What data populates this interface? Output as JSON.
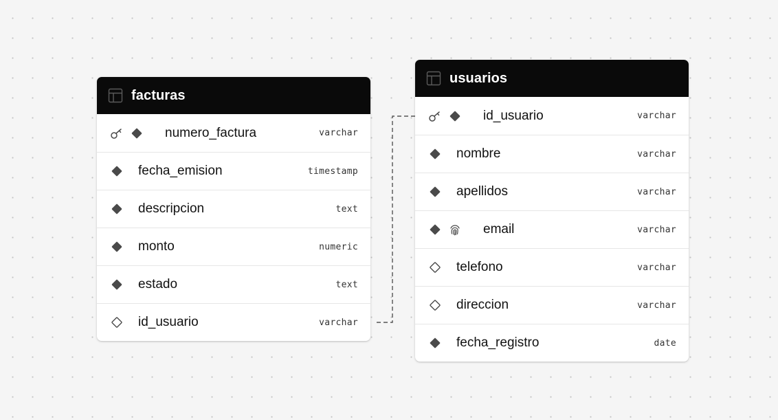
{
  "diagram": {
    "tables": [
      {
        "name": "facturas",
        "columns": [
          {
            "name": "numero_factura",
            "type": "varchar",
            "icons": [
              "key-icon",
              "diamond-filled-icon"
            ]
          },
          {
            "name": "fecha_emision",
            "type": "timestamp",
            "icons": [
              "diamond-filled-icon"
            ]
          },
          {
            "name": "descripcion",
            "type": "text",
            "icons": [
              "diamond-filled-icon"
            ]
          },
          {
            "name": "monto",
            "type": "numeric",
            "icons": [
              "diamond-filled-icon"
            ]
          },
          {
            "name": "estado",
            "type": "text",
            "icons": [
              "diamond-filled-icon"
            ]
          },
          {
            "name": "id_usuario",
            "type": "varchar",
            "icons": [
              "diamond-outline-icon"
            ]
          }
        ]
      },
      {
        "name": "usuarios",
        "columns": [
          {
            "name": "id_usuario",
            "type": "varchar",
            "icons": [
              "key-icon",
              "diamond-filled-icon"
            ]
          },
          {
            "name": "nombre",
            "type": "varchar",
            "icons": [
              "diamond-filled-icon"
            ]
          },
          {
            "name": "apellidos",
            "type": "varchar",
            "icons": [
              "diamond-filled-icon"
            ]
          },
          {
            "name": "email",
            "type": "varchar",
            "icons": [
              "diamond-filled-icon",
              "fingerprint-icon"
            ]
          },
          {
            "name": "telefono",
            "type": "varchar",
            "icons": [
              "diamond-outline-icon"
            ]
          },
          {
            "name": "direccion",
            "type": "varchar",
            "icons": [
              "diamond-outline-icon"
            ]
          },
          {
            "name": "fecha_registro",
            "type": "date",
            "icons": [
              "diamond-filled-icon"
            ]
          }
        ]
      }
    ],
    "relationships": [
      {
        "from": "facturas.id_usuario",
        "to": "usuarios.id_usuario",
        "style": "dashed"
      }
    ]
  },
  "colors": {
    "canvas_background": "#f5f5f5",
    "grid_dot": "#c4c4c4",
    "header_background": "#0a0a0a",
    "header_text": "#ffffff",
    "card_background": "#ffffff",
    "row_divider": "#e6e6e6",
    "icon": "#4a4a4a",
    "connector": "#555555"
  }
}
